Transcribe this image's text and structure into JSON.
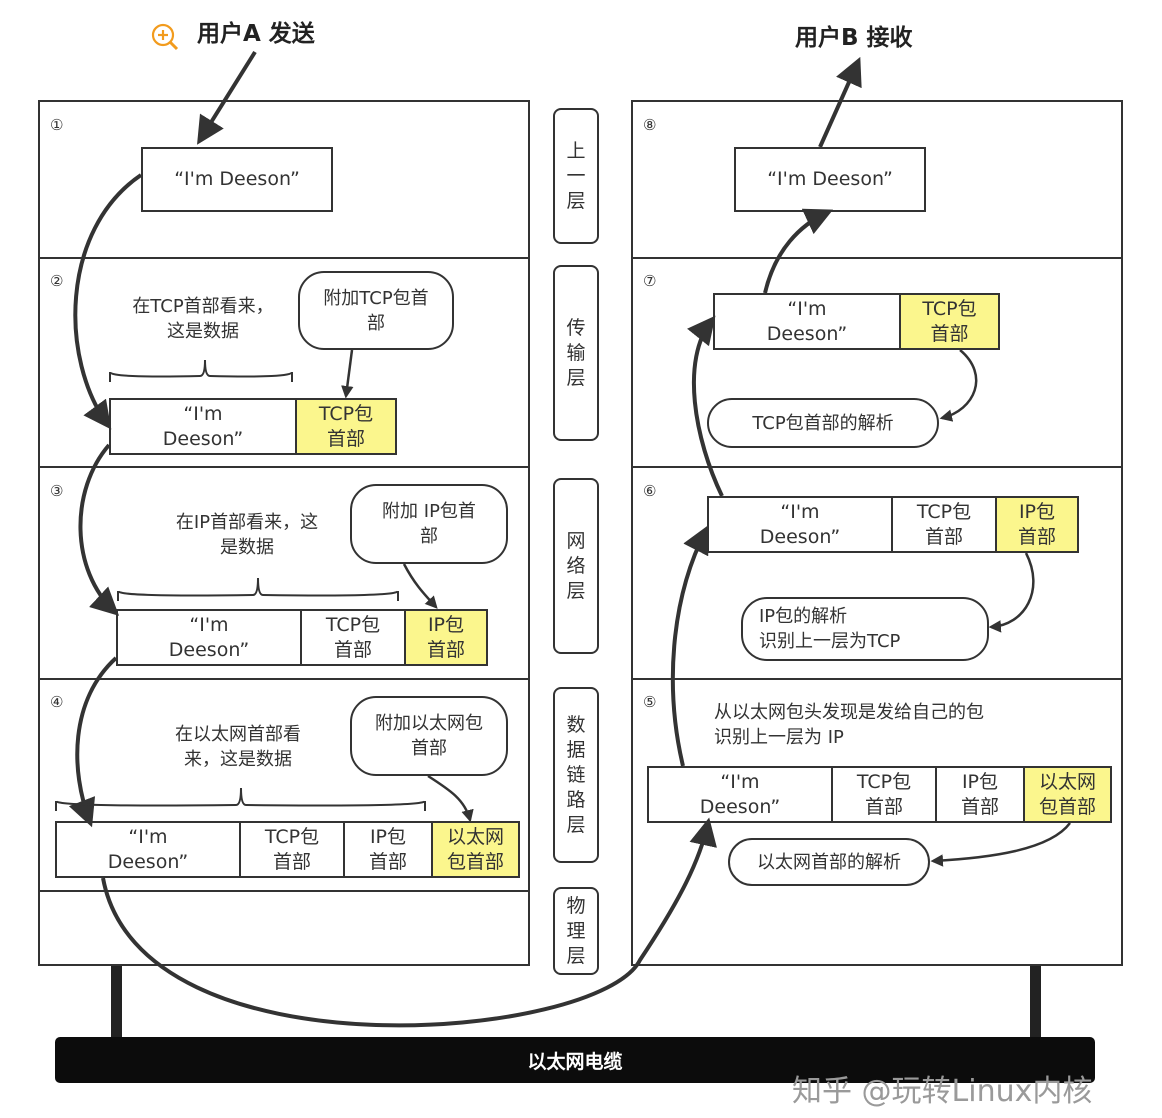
{
  "header": {
    "sender_label": "用户A 发送",
    "receiver_label": "用户B 接收"
  },
  "layers": [
    "上一层",
    "传输层",
    "网络层",
    "数据链路层",
    "物理层"
  ],
  "steps": [
    "①",
    "②",
    "③",
    "④",
    "⑤",
    "⑥",
    "⑦",
    "⑧"
  ],
  "message": "“I'm\nDeeson”",
  "message_single": "“I'm Deeson”",
  "headers": {
    "tcp": "TCP包\n首部",
    "ip": "IP包\n首部",
    "eth": "以太网\n包首部"
  },
  "notes": {
    "tcp_view": "在TCP首部看来，\n这是数据",
    "ip_view": "在IP首部看来，这\n是数据",
    "eth_view": "在以太网首部看\n来，这是数据",
    "eth_receive": "从以太网包头发现是发给自己的包\n识别上一层为 IP"
  },
  "bubbles": {
    "add_tcp": "附加TCP包首\n部",
    "add_ip": "附加 IP包首\n部",
    "add_eth": "附加以太网包\n首部",
    "parse_tcp": "TCP包首部的解析",
    "parse_ip": "IP包的解析\n识别上一层为TCP",
    "parse_eth": "以太网首部的解析"
  },
  "cable_label": "以太网电缆",
  "watermark": "知乎 @玩转Linux内核",
  "colors": {
    "header_highlight": "#fbf68d",
    "line": "#333333",
    "cable": "#0c0c0c"
  },
  "icons": [
    "zoom-in-icon"
  ]
}
